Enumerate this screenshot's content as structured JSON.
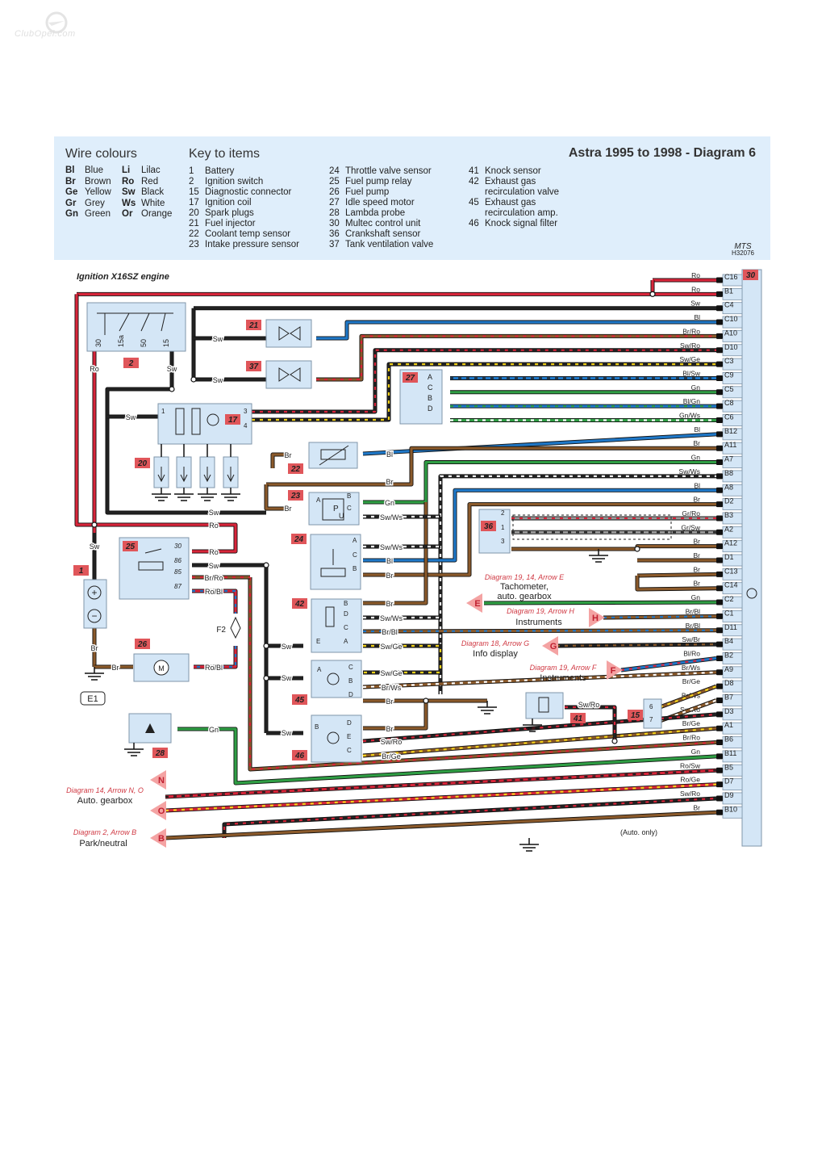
{
  "watermark": "ClubOpel.com",
  "legend": {
    "wire_colours_heading": "Wire colours",
    "key_heading": "Key to items",
    "title": "Astra 1995 to 1998 - Diagram 6",
    "colours": [
      {
        "code": "Bl",
        "name": "Blue"
      },
      {
        "code": "Br",
        "name": "Brown"
      },
      {
        "code": "Ge",
        "name": "Yellow"
      },
      {
        "code": "Gr",
        "name": "Grey"
      },
      {
        "code": "Gn",
        "name": "Green"
      },
      {
        "code": "Li",
        "name": "Lilac"
      },
      {
        "code": "Ro",
        "name": "Red"
      },
      {
        "code": "Sw",
        "name": "Black"
      },
      {
        "code": "Ws",
        "name": "White"
      },
      {
        "code": "Or",
        "name": "Orange"
      }
    ],
    "items_col1": [
      {
        "n": "1",
        "t": "Battery"
      },
      {
        "n": "2",
        "t": "Ignition switch"
      },
      {
        "n": "15",
        "t": "Diagnostic connector"
      },
      {
        "n": "17",
        "t": "Ignition coil"
      },
      {
        "n": "20",
        "t": "Spark plugs"
      },
      {
        "n": "21",
        "t": "Fuel injector"
      },
      {
        "n": "22",
        "t": "Coolant temp sensor"
      },
      {
        "n": "23",
        "t": "Intake pressure sensor"
      }
    ],
    "items_col2": [
      {
        "n": "24",
        "t": "Throttle valve sensor"
      },
      {
        "n": "25",
        "t": "Fuel pump relay"
      },
      {
        "n": "26",
        "t": "Fuel pump"
      },
      {
        "n": "27",
        "t": "Idle speed motor"
      },
      {
        "n": "28",
        "t": "Lambda probe"
      },
      {
        "n": "30",
        "t": "Multec control unit"
      },
      {
        "n": "36",
        "t": "Crankshaft sensor"
      },
      {
        "n": "37",
        "t": "Tank ventilation valve"
      }
    ],
    "items_col3": [
      {
        "n": "41",
        "t": "Knock sensor"
      },
      {
        "n": "42",
        "t": "Exhaust gas"
      },
      {
        "n": "",
        "t": "recirculation valve"
      },
      {
        "n": "45",
        "t": "Exhaust gas"
      },
      {
        "n": "",
        "t": "recirculation amp."
      },
      {
        "n": "46",
        "t": "Knock signal filter"
      }
    ],
    "mts": "MTS",
    "ref": "H32076"
  },
  "diagram": {
    "engine_label": "Ignition X16SZ engine",
    "colors": {
      "Ro": "#d8253a",
      "Sw": "#222222",
      "Bl": "#1f78c8",
      "Br": "#8b5a2b",
      "Gn": "#2f9e44",
      "Ge": "#f2d21b",
      "Ws": "#ffffff",
      "Gr": "#999999",
      "component": "#d4e6f6",
      "tag": "#e0565a",
      "arrow": "#f4a3a3"
    },
    "ecu_number": "30",
    "ecu_pins": [
      "C16",
      "B1",
      "C4",
      "C10",
      "A10",
      "D10",
      "C3",
      "C9",
      "C5",
      "C8",
      "C6",
      "B12",
      "A11",
      "A7",
      "B8",
      "A8",
      "D2",
      "B3",
      "A2",
      "A12",
      "D1",
      "C13",
      "C14",
      "C2",
      "C1",
      "D11",
      "B4",
      "B2",
      "A9",
      "D8",
      "B7",
      "D3",
      "A1",
      "B6",
      "B11",
      "B5",
      "D7",
      "D9",
      "B10"
    ],
    "ecu_wires": [
      "Ro",
      "Ro",
      "Sw",
      "Bl",
      "Br/Ro",
      "Sw/Ro",
      "Sw/Ge",
      "Bl/Sw",
      "Gn",
      "Bl/Gn",
      "Gn/Ws",
      "Bl",
      "Br",
      "Gn",
      "Sw/Ws",
      "Bl",
      "Br",
      "Gr/Ro",
      "Gr/Sw",
      "Br",
      "Br",
      "Br",
      "Br",
      "Gn",
      "Br/Bl",
      "Br/Bl",
      "Sw/Br",
      "Bl/Ro",
      "Br/Ws",
      "Br/Ge",
      "Br/Ws",
      "Sw/Ro",
      "Br/Ge",
      "Br/Ro",
      "Gn",
      "Ro/Sw",
      "Ro/Ge",
      "Sw/Ro",
      "Br"
    ],
    "components": [
      {
        "num": "1",
        "label": "+ -"
      },
      {
        "num": "2",
        "pins": [
          "30",
          "15a",
          "50",
          "15"
        ]
      },
      {
        "num": "15",
        "pins": [
          "6",
          "7"
        ]
      },
      {
        "num": "17",
        "pins": [
          "1",
          "3",
          "4"
        ]
      },
      {
        "num": "20"
      },
      {
        "num": "21"
      },
      {
        "num": "22"
      },
      {
        "num": "23",
        "pins": [
          "A",
          "B",
          "C"
        ]
      },
      {
        "num": "24",
        "pins": [
          "A",
          "C",
          "B"
        ]
      },
      {
        "num": "25",
        "pins": [
          "30",
          "86",
          "85",
          "87"
        ]
      },
      {
        "num": "26",
        "label": "M"
      },
      {
        "num": "27",
        "pins": [
          "A",
          "C",
          "B",
          "D"
        ]
      },
      {
        "num": "28"
      },
      {
        "num": "36",
        "pins": [
          "2",
          "1",
          "3"
        ]
      },
      {
        "num": "37"
      },
      {
        "num": "41"
      },
      {
        "num": "42",
        "pins": [
          "B",
          "D",
          "C",
          "A",
          "E"
        ]
      },
      {
        "num": "45",
        "pins": [
          "A",
          "C",
          "B",
          "D"
        ]
      },
      {
        "num": "46",
        "pins": [
          "B",
          "D",
          "E",
          "C"
        ]
      }
    ],
    "fuse_label": "F2",
    "earth_label": "E1",
    "wire_labels": {
      "w_sw_21": "Sw",
      "w_sw_37": "Sw",
      "w_ro_2": "Ro",
      "w_sw_2": "Sw",
      "w_sw_17": "Sw",
      "w_br_22a": "Br",
      "w_bl_22": "Bl",
      "w_br_22b": "Br",
      "w_br_23": "Br",
      "w_gn_23": "Gn",
      "w_swws_23": "Sw/Ws",
      "w_sw_25a": "Sw",
      "w_ro_25a": "Ro",
      "w_ro_25b": "Ro",
      "w_sw_25b": "Sw",
      "w_brro_25": "Br/Ro",
      "w_robl_25": "Ro/Bl",
      "w_swws_24": "Sw/Ws",
      "w_bl_24": "Bl",
      "w_br_24": "Br",
      "w_sw_1": "Sw",
      "w_br_1": "Br",
      "w_br_26": "Br",
      "w_robl_26": "Ro/Bl",
      "w_br_42": "Br",
      "w_swws_42": "Sw/Ws",
      "w_brbl_42": "Br/Bl",
      "w_swge_42": "Sw/Ge",
      "w_sw_42": "Sw",
      "w_sw_45": "Sw",
      "w_swge_45": "Sw/Ge",
      "w_brws_45": "Br/Ws",
      "w_br_45": "Br",
      "w_sw_46": "Sw",
      "w_br_46": "Br",
      "w_swro_46": "Sw/Ro",
      "w_brge_46": "Br/Ge",
      "w_gn_28": "Gn",
      "w_swro_41": "Sw/Ro",
      "auto_only": "(Auto. only)"
    },
    "arrows": [
      {
        "letter": "E",
        "ref": "Diagram 19, 14, Arrow E",
        "text1": "Tachometer,",
        "text2": "auto. gearbox"
      },
      {
        "letter": "H",
        "ref": "Diagram 19, Arrow H",
        "text1": "Instruments",
        "text2": ""
      },
      {
        "letter": "G",
        "ref": "Diagram 18, Arrow G",
        "text1": "Info display",
        "text2": ""
      },
      {
        "letter": "F",
        "ref": "Diagram 19, Arrow F",
        "text1": "Instruments",
        "text2": ""
      },
      {
        "letter": "N",
        "ref": "Diagram 14, Arrow N, O",
        "text1": "Auto. gearbox",
        "text2": ""
      },
      {
        "letter": "O",
        "ref": "",
        "text1": "",
        "text2": ""
      },
      {
        "letter": "B",
        "ref": "Diagram 2, Arrow B",
        "text1": "Park/neutral",
        "text2": ""
      }
    ]
  }
}
